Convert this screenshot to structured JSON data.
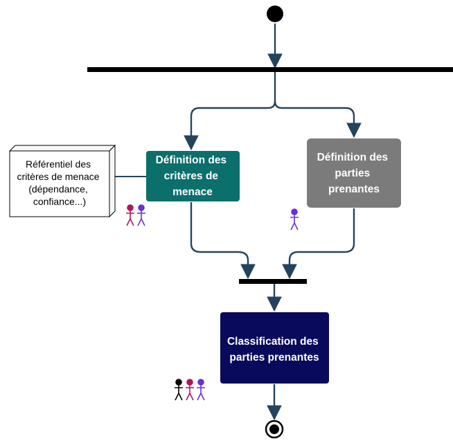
{
  "colors": {
    "edge": "#23435e",
    "bar": "#000000",
    "teal": "#0b6f6c",
    "gray": "#7b7b7b",
    "navy": "#0a0a5c",
    "actor_black": "#000000",
    "actor_magenta": "#b0155c",
    "actor_purple": "#6a2fd9"
  },
  "nodes": {
    "criteres": {
      "lines": [
        "Définition des",
        "critères de",
        "menace"
      ],
      "color": "teal"
    },
    "parties": {
      "lines": [
        "Définition des",
        "parties",
        "prenantes"
      ],
      "color": "gray"
    },
    "classification": {
      "lines": [
        "Classification des",
        "parties prenantes"
      ],
      "color": "navy"
    }
  },
  "note": {
    "lines": [
      "Référentiel des",
      "critères de menace",
      "(dépendance,",
      "confiance...)"
    ]
  },
  "actors": {
    "criteres": [
      "actor_magenta",
      "actor_purple"
    ],
    "parties": [
      "actor_purple"
    ],
    "classification": [
      "actor_black",
      "actor_magenta",
      "actor_purple"
    ]
  }
}
